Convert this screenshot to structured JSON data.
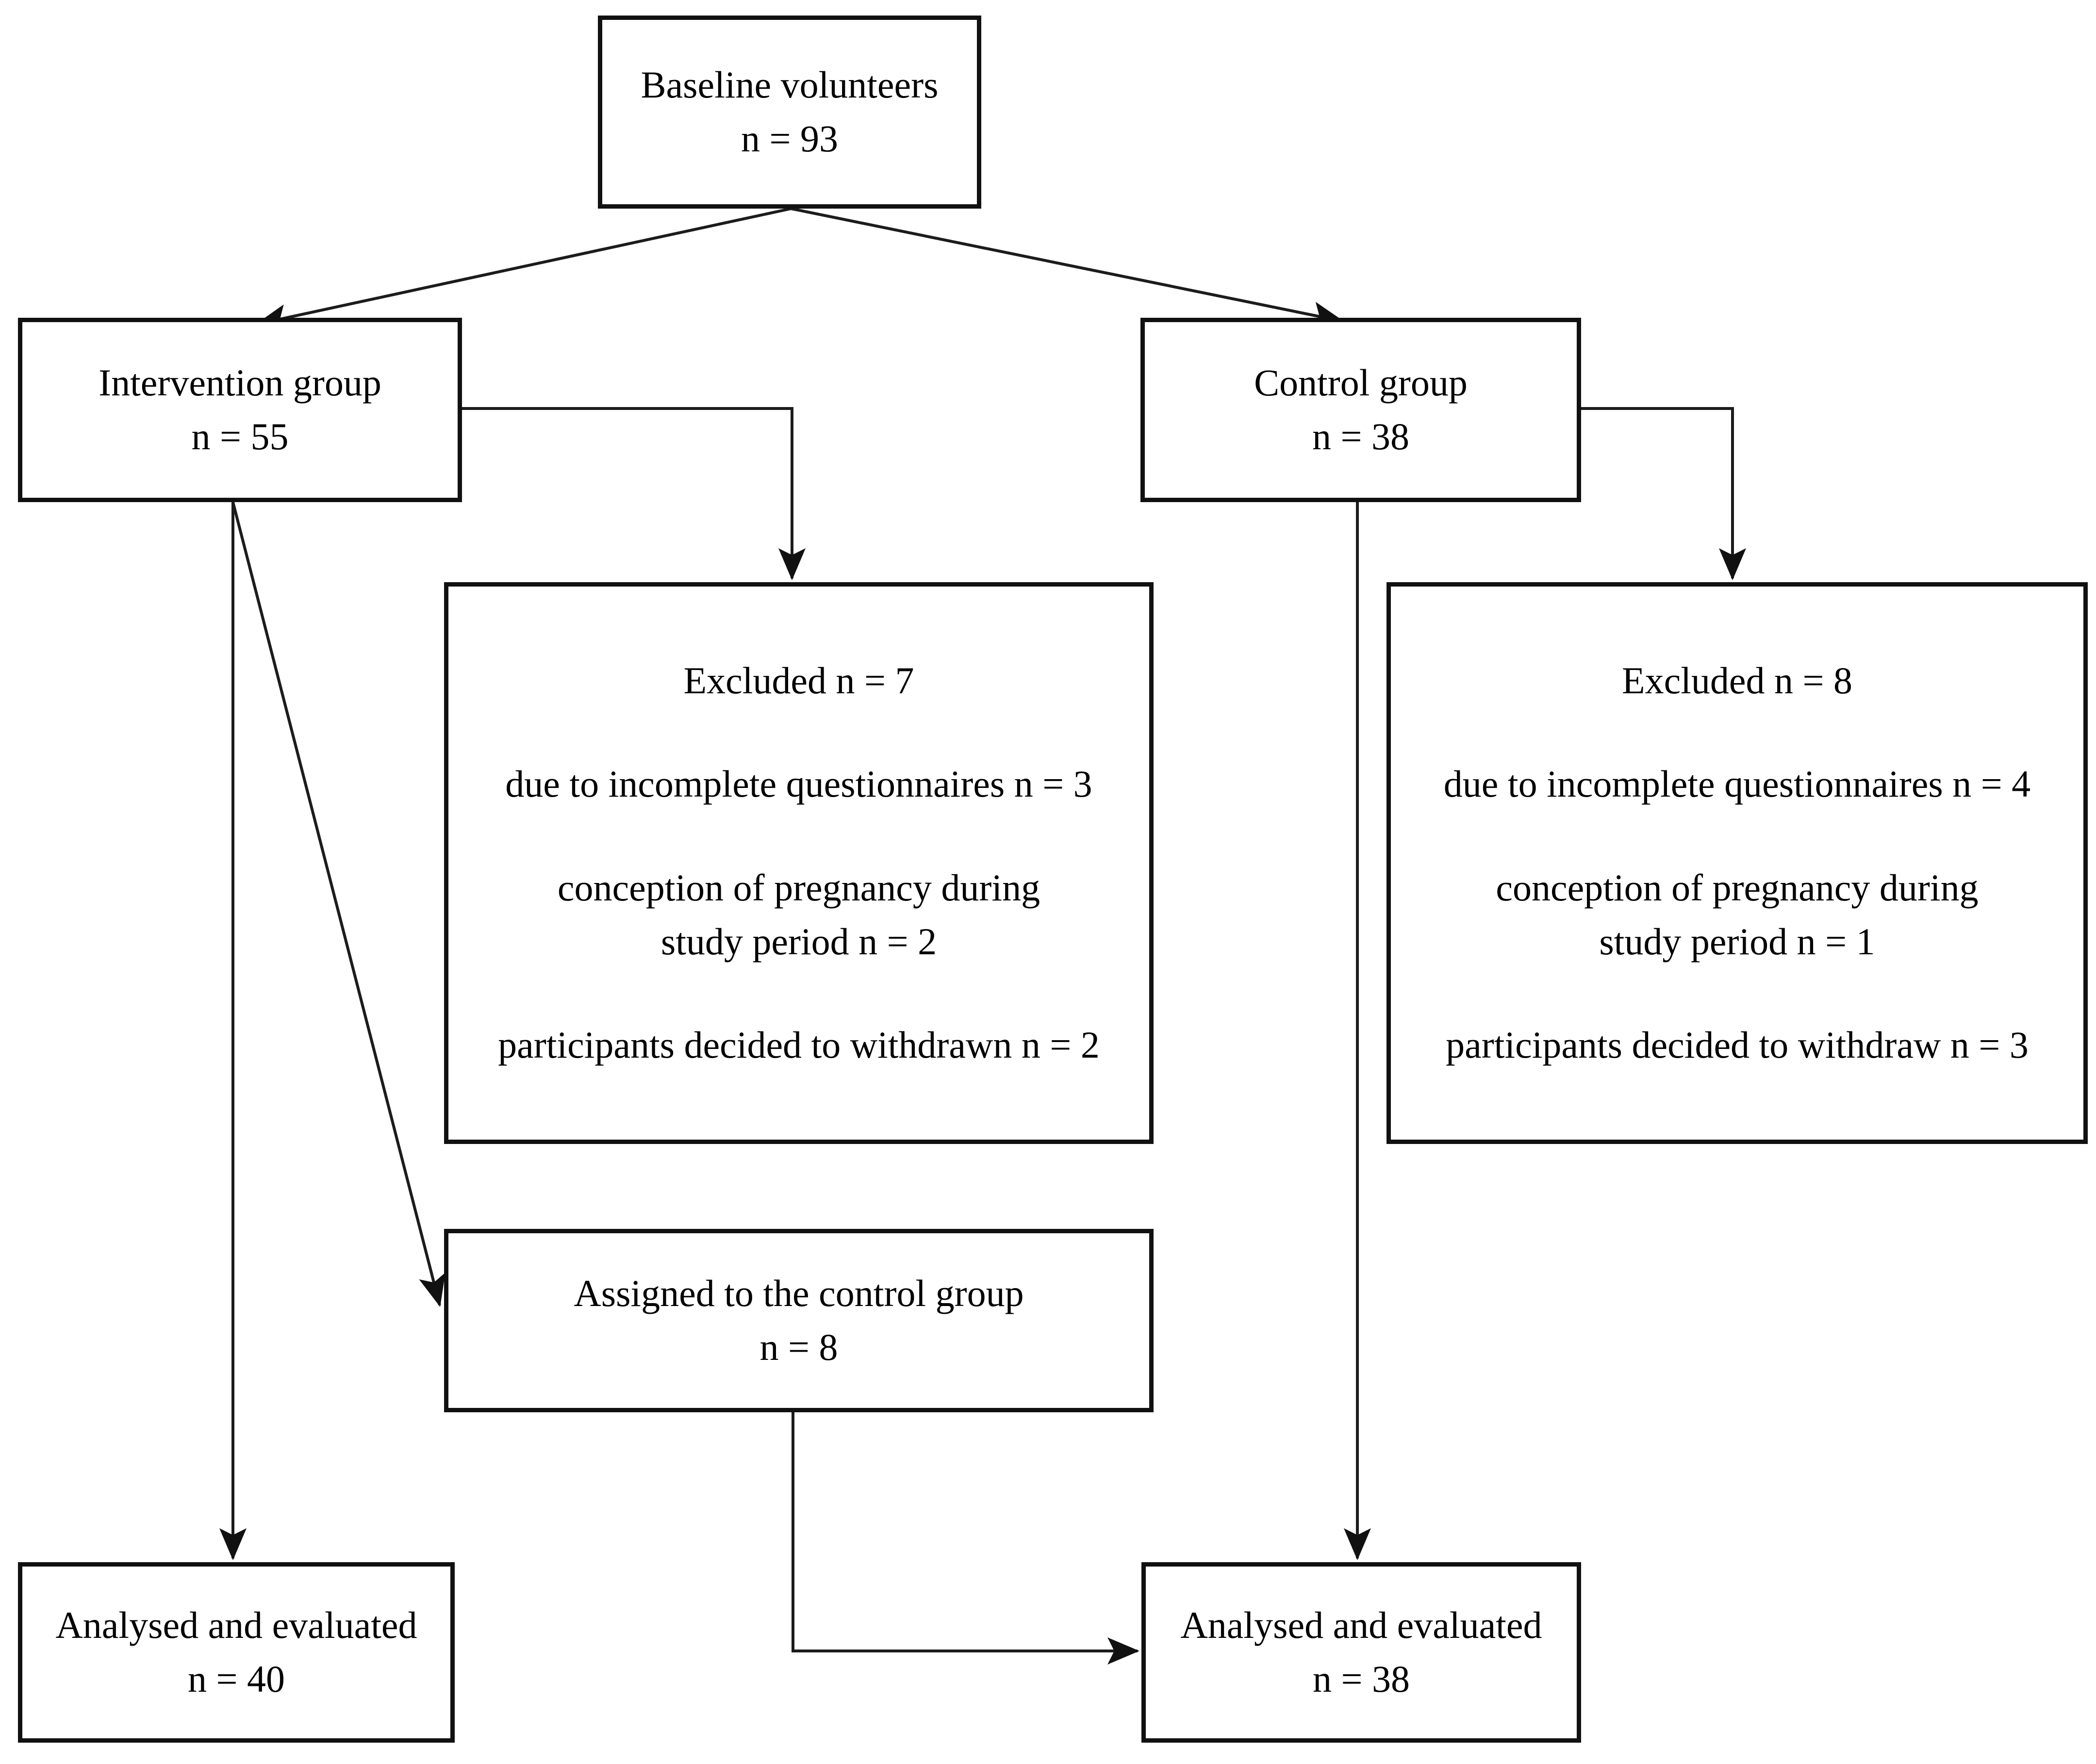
{
  "diagram": {
    "type": "participant-flow-diagram",
    "colors": {
      "background": "#ffffff",
      "box_fill": "#ffffff",
      "box_border": "#111111",
      "connector": "#1c1c1c",
      "text": "#000000"
    },
    "boxes": {
      "baseline": {
        "line1": "Baseline volunteers",
        "line2": "n = 93"
      },
      "intervention": {
        "line1": "Intervention group",
        "line2": "n = 55"
      },
      "control": {
        "line1": "Control group",
        "line2": "n = 38"
      },
      "excluded_left": {
        "title": "Excluded n = 7",
        "reason1": "due to incomplete questionnaires n = 3",
        "reason2_line1": "conception of pregnancy during",
        "reason2_line2": "study period n = 2",
        "reason3": "participants decided to withdrawn n = 2"
      },
      "excluded_right": {
        "title": "Excluded n = 8",
        "reason1": "due to incomplete questionnaires n = 4",
        "reason2_line1": "conception of pregnancy during",
        "reason2_line2": "study period n = 1",
        "reason3": "participants decided to withdraw n = 3"
      },
      "assigned": {
        "line1": "Assigned to the control group",
        "line2": "n = 8"
      },
      "analysed_left": {
        "line1": "Analysed and evaluated",
        "line2": "n = 40"
      },
      "analysed_right": {
        "line1": "Analysed and evaluated",
        "line2": "n = 38"
      }
    }
  }
}
